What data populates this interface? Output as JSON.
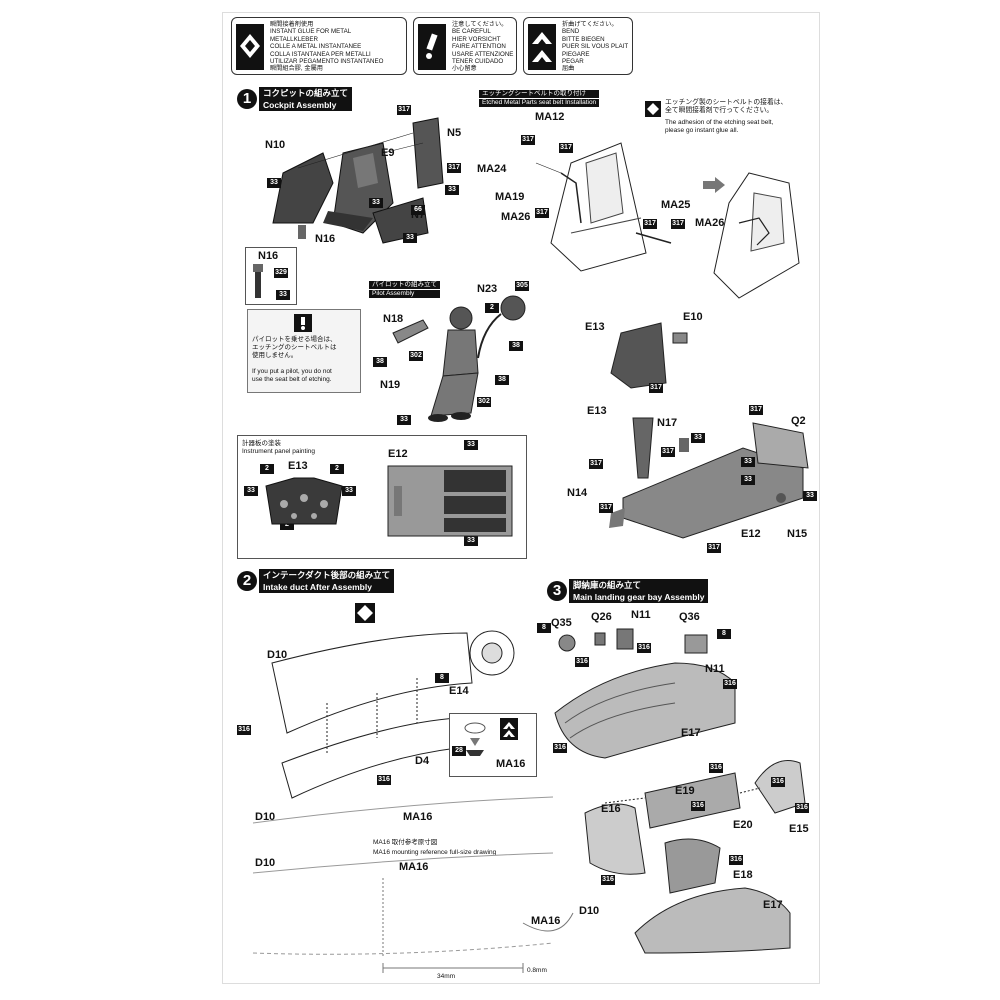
{
  "warnings": [
    {
      "id": "glue",
      "symbol": "glue-diamond-icon",
      "lines": "瞬間接着剤使用\nINSTANT GLUE FOR METAL\nMETALLKLEBER\nCOLLE A METAL INSTANTANEE\nCOLLA ISTANTANEA PER METALLI\nUTILIZAR PEGAMENTO INSTANTANEO\n瞬間組合膠, 金屬用"
    },
    {
      "id": "careful",
      "symbol": "caution-icon",
      "lines": "注意してください。\nBE CAREFUL\nHIER VORSICHT\nFAIRE ATTENTION\nUSARE ATTENZIONE\nTENER CUIDADO\n小心留意"
    },
    {
      "id": "bend",
      "symbol": "bend-icon",
      "lines": "折曲げてください。\nBEND\nBITTE BIEGEN\nPUER SIL VOUS PLAIT\nPIEGARE\nPEGAR\n屈曲"
    }
  ],
  "steps": [
    {
      "num": "1",
      "jp": "コクピットの組み立て",
      "en": "Cockpit Assembly"
    },
    {
      "num": "2",
      "jp": "インテークダクト後部の組み立て",
      "en": "Intake duct After Assembly"
    },
    {
      "num": "3",
      "jp": "脚納庫の組み立て",
      "en": "Main landing gear bay Assembly"
    }
  ],
  "sub": {
    "seatbelt_jp": "エッチングシートベルトの取り付け",
    "seatbelt_en": "Etched Metal Parts seat belt Installation",
    "pilot_jp": "パイロットの組み立て",
    "pilot_en": "Pilot Assembly",
    "panel_jp": "計器板の塗装",
    "panel_en": "Instrument panel painting",
    "adhesion_jp": "エッチング製のシートベルトの接着は、\n全て瞬間接着剤で行ってください。",
    "adhesion_en": "The adhesion of the etching seat belt,\nplease go instant glue all.",
    "pilot_note_jp": "パイロットを乗せる場合は、\nエッチングのシートベルトは\n使用しません。",
    "pilot_note_en": "If you put a pilot, you do not\nuse the seat belt of etching.",
    "ma16_jp": "MA16 取付参考原寸図",
    "ma16_en": "MA16 mounting reference full-size drawing",
    "dim_34": "34mm",
    "dim_08": "0.8mm"
  },
  "labels": {
    "N10": "N10",
    "E9": "E9",
    "N5": "N5",
    "N7": "N7",
    "N16": "N16",
    "N16b": "N16",
    "MA12": "MA12",
    "MA24": "MA24",
    "MA19": "MA19",
    "MA26": "MA26",
    "MA25": "MA25",
    "MA26b": "MA26",
    "N23": "N23",
    "N18": "N18",
    "N19": "N19",
    "E13": "E13",
    "E10": "E10",
    "E13b": "E13",
    "N17": "N17",
    "Q2": "Q2",
    "N14": "N14",
    "E12": "E12",
    "N15": "N15",
    "E13c": "E13",
    "E12b": "E12",
    "D10": "D10",
    "E14": "E14",
    "D4": "D4",
    "MA16": "MA16",
    "D10b": "D10",
    "MA16b": "MA16",
    "D10c": "D10",
    "MA16c": "MA16",
    "MA16d": "MA16",
    "D10d": "D10",
    "Q35": "Q35",
    "Q26": "Q26",
    "N11": "N11",
    "Q36": "Q36",
    "N11b": "N11",
    "E17": "E17",
    "E19": "E19",
    "E16": "E16",
    "E20": "E20",
    "E15": "E15",
    "E18": "E18",
    "E17b": "E17"
  },
  "paint_codes": {
    "c317": "317",
    "c33": "33",
    "c66": "66",
    "c329": "329",
    "c305": "305",
    "c2": "2",
    "c38": "38",
    "c302": "302",
    "c316": "316",
    "c8": "8",
    "c28": "28"
  }
}
